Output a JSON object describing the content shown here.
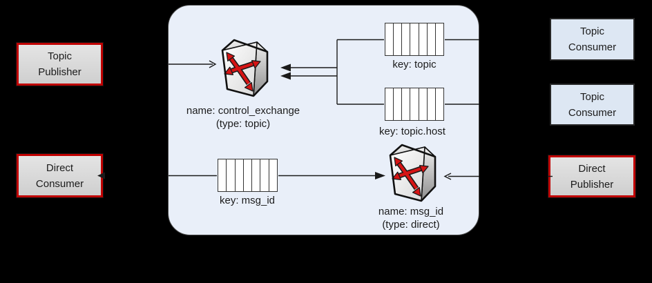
{
  "diagram": {
    "description": "AMQP broker diagram with topic and direct exchanges, queues and publishers/consumers",
    "colors": {
      "background": "#000000",
      "broker_panel_fill": "#e9eff9",
      "broker_panel_border": "#4a4a4a",
      "publisher_consumer_red_border": "#c00000",
      "publisher_consumer_fill": "#d9d9d9",
      "topic_consumer_fill": "#dde7f3",
      "queue_fill": "#ffffff",
      "connector_line": "#1a1a1a",
      "exchange_arrows_red": "#d61414"
    },
    "icons": {
      "exchange": "crossed-arrows-switch-icon",
      "queue": "segmented-queue-icon"
    },
    "nodes": {
      "topic_publisher": {
        "line1": "Topic",
        "line2": "Publisher"
      },
      "direct_consumer": {
        "line1": "Direct",
        "line2": "Consumer"
      },
      "topic_consumer_1": {
        "line1": "Topic",
        "line2": "Consumer"
      },
      "topic_consumer_2": {
        "line1": "Topic",
        "line2": "Consumer"
      },
      "direct_publisher": {
        "line1": "Direct",
        "line2": "Publisher"
      }
    },
    "exchanges": {
      "control_exchange": {
        "name_label": "name: control_exchange",
        "type_label": "(type: topic)"
      },
      "msg_id_exchange": {
        "name_label": "name: msg_id",
        "type_label": "(type: direct)"
      }
    },
    "queues": {
      "topic": {
        "label": "key: topic"
      },
      "topic_host": {
        "label": "key: topic.host"
      },
      "msg_id": {
        "label": "key: msg_id"
      }
    }
  }
}
